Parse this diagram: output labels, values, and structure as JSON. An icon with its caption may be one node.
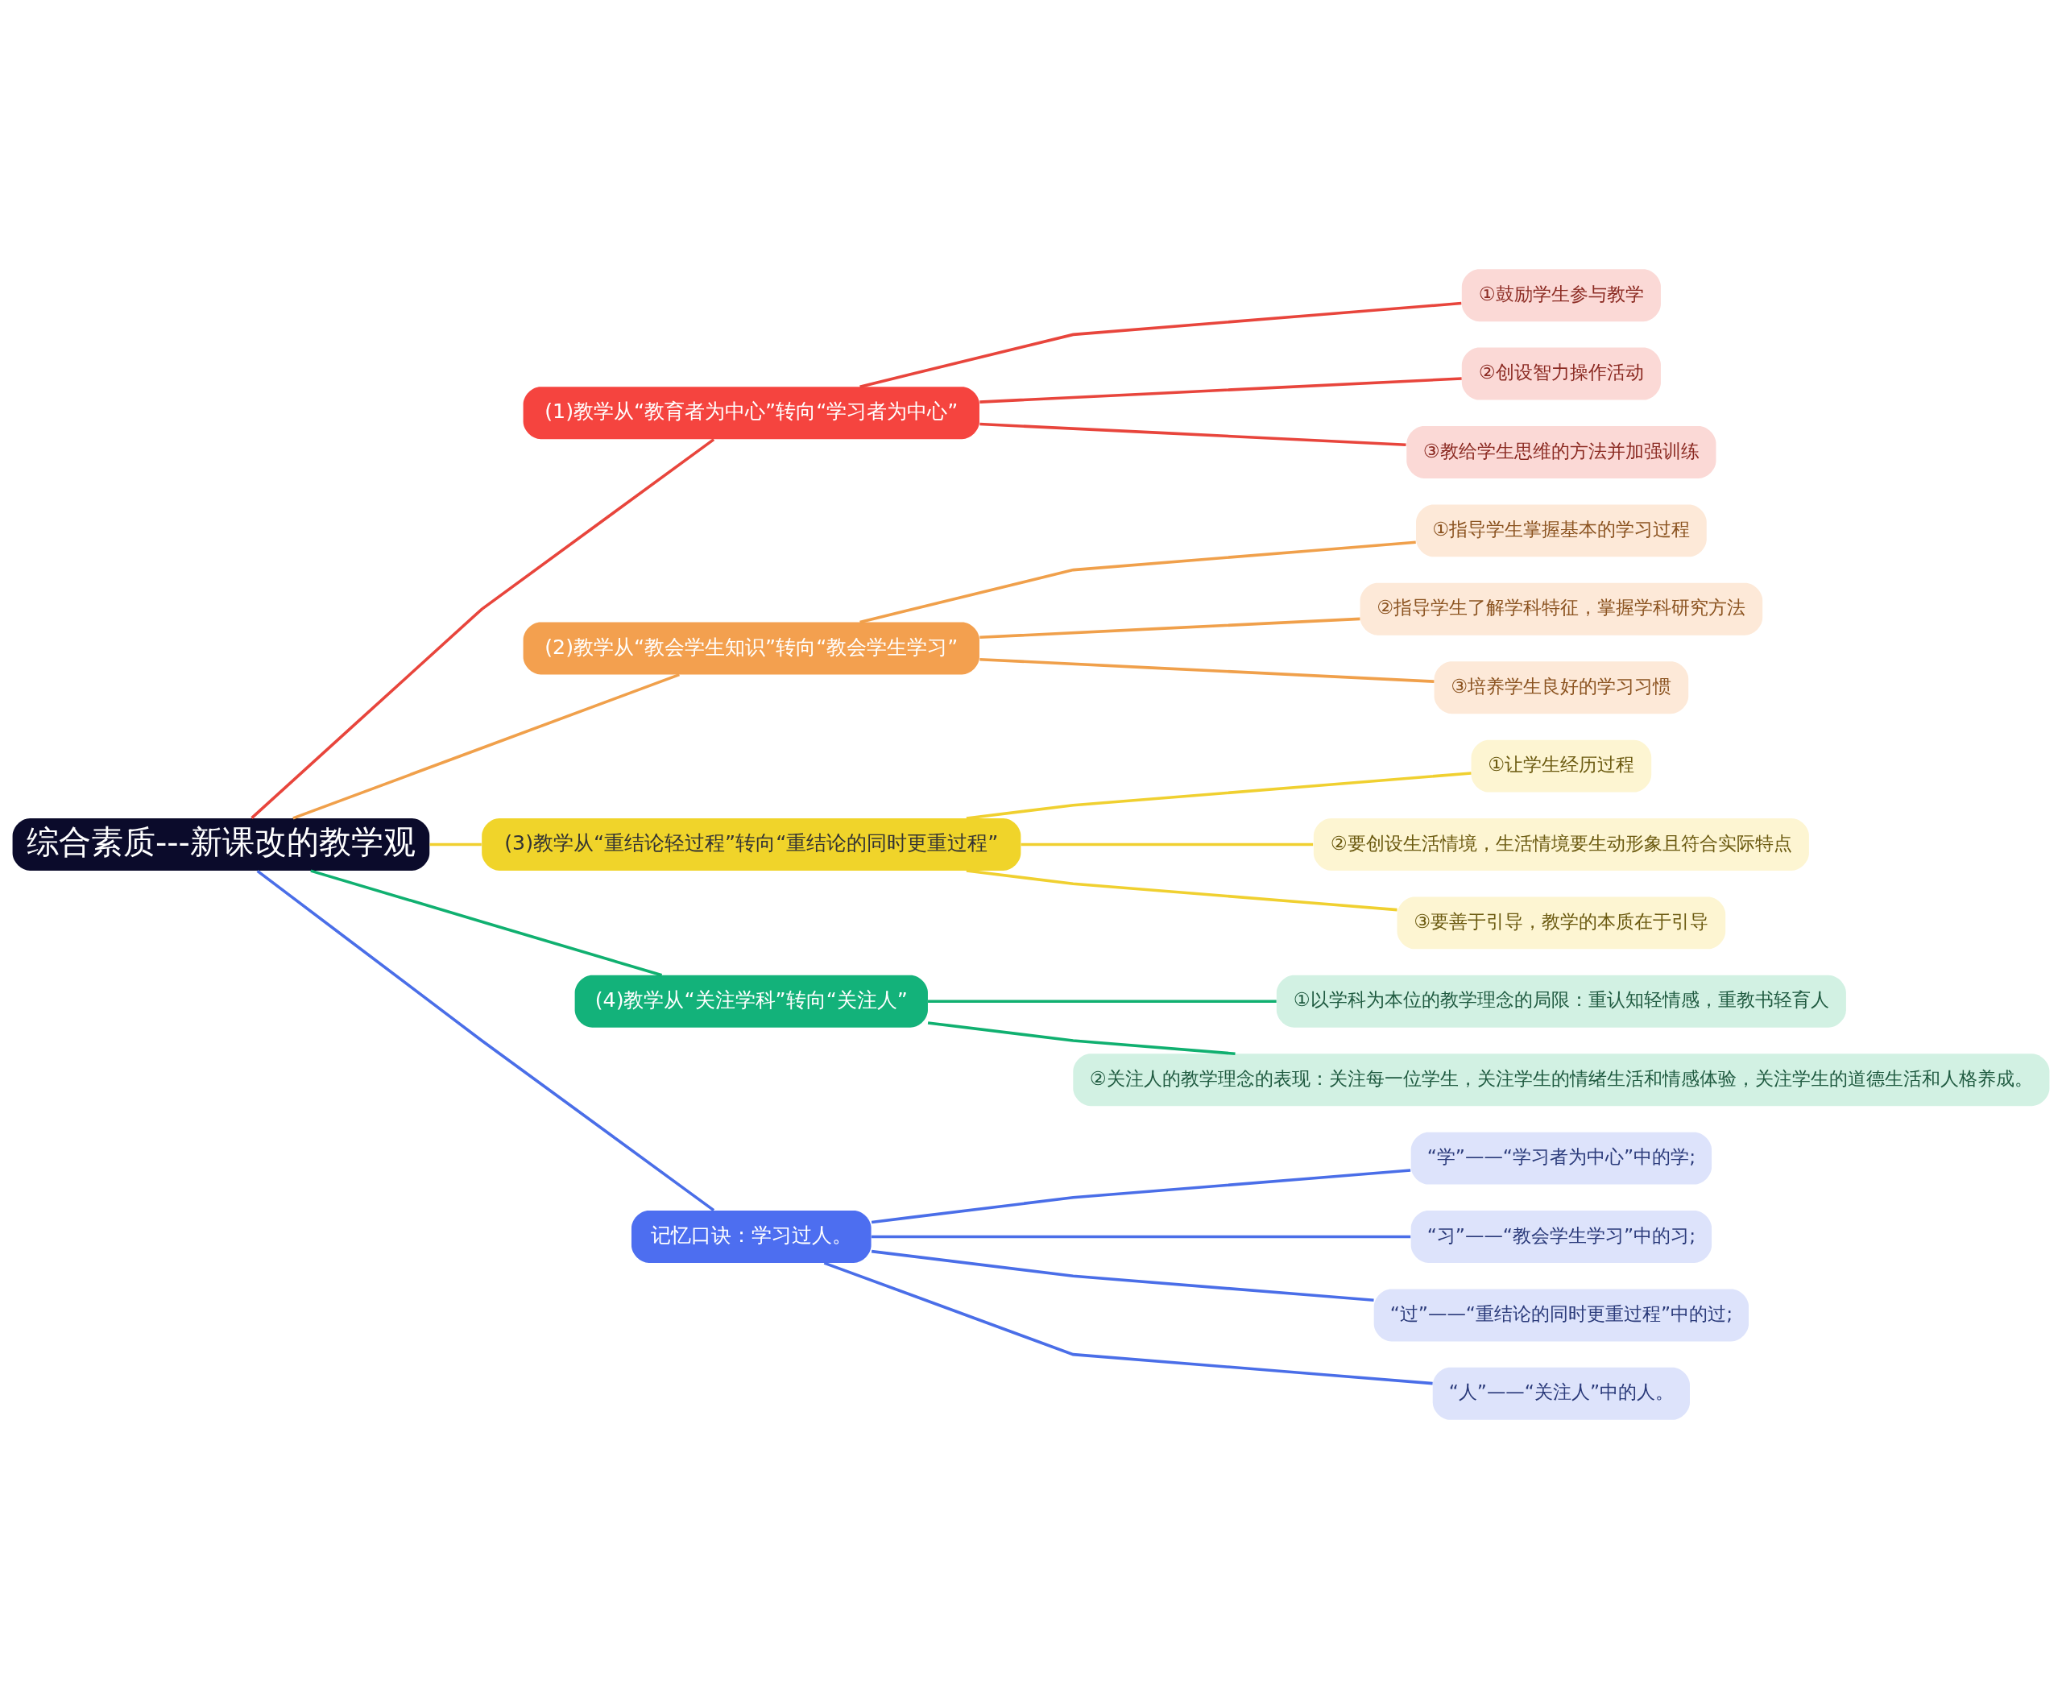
{
  "diagram": {
    "nodes": [
      {
        "text": [
          "综合素质---新课改的教学观"
        ]
      },
      {
        "text": [
          "(1)教学从“教育者为中心”转向“学习者为中心”"
        ]
      },
      {
        "text": [
          "①鼓励学生参与教学"
        ]
      },
      {
        "text": [
          "②创设智力操作活动"
        ]
      },
      {
        "text": [
          "③教给学生思维的方法并加强训练"
        ]
      },
      {
        "text": [
          "(2)教学从“教会学生知识”转向“教会学生学习”"
        ]
      },
      {
        "text": [
          "①指导学生掌握基本的学习过程"
        ]
      },
      {
        "text": [
          "②指导学生了解学科特征，掌握学科研究方法"
        ]
      },
      {
        "text": [
          "③培养学生良好的学习习惯"
        ]
      },
      {
        "text": [
          "(3)教学从“重结论轻过程”转向“重结论的同时更重过程”"
        ]
      },
      {
        "text": [
          "①让学生经历过程"
        ]
      },
      {
        "text": [
          "②要创设生活情境，生活情境要生动形象且符合实际特点"
        ]
      },
      {
        "text": [
          "③要善于引导，教学的本质在于引导"
        ]
      },
      {
        "text": [
          "(4)教学从“关注学科”转向“关注人”"
        ]
      },
      {
        "text": [
          "①以学科为本位的教学理念的局限：重认知轻情感，重教书轻育人"
        ]
      },
      {
        "text": [
          "②关注人的教学理念的表现：关注每一位学生，关注学生的情绪生活和情感体验，关注学生的道德生活和人格养成。"
        ]
      },
      {
        "text": [
          "记忆口诀：学习过人。"
        ]
      },
      {
        "text": [
          "“学”——“学习者为中心”中的学;"
        ]
      },
      {
        "text": [
          "“习”——“教会学生学习”中的习;"
        ]
      },
      {
        "text": [
          "“过”——“重结论的同时更重过程”中的过;"
        ]
      },
      {
        "text": [
          "“人”——“关注人”中的人。"
        ]
      }
    ],
    "edges": [
      {
        "from": 0,
        "to": 1,
        "arrow": "none",
        "color": "#e8453c"
      },
      {
        "from": 1,
        "to": 2,
        "arrow": "none",
        "color": "#e8453c"
      },
      {
        "from": 1,
        "to": 3,
        "arrow": "none",
        "color": "#e8453c"
      },
      {
        "from": 1,
        "to": 4,
        "arrow": "none",
        "color": "#e8453c"
      },
      {
        "from": 0,
        "to": 5,
        "arrow": "none",
        "color": "#f0a04b"
      },
      {
        "from": 5,
        "to": 6,
        "arrow": "none",
        "color": "#f0a04b"
      },
      {
        "from": 5,
        "to": 7,
        "arrow": "none",
        "color": "#f0a04b"
      },
      {
        "from": 5,
        "to": 8,
        "arrow": "none",
        "color": "#f0a04b"
      },
      {
        "from": 0,
        "to": 9,
        "arrow": "none",
        "color": "#f0d030"
      },
      {
        "from": 9,
        "to": 10,
        "arrow": "none",
        "color": "#f0d030"
      },
      {
        "from": 9,
        "to": 11,
        "arrow": "none",
        "color": "#f0d030"
      },
      {
        "from": 9,
        "to": 12,
        "arrow": "none",
        "color": "#f0d030"
      },
      {
        "from": 0,
        "to": 13,
        "arrow": "none",
        "color": "#10b070"
      },
      {
        "from": 13,
        "to": 14,
        "arrow": "none",
        "color": "#10b070"
      },
      {
        "from": 13,
        "to": 15,
        "arrow": "none",
        "color": "#10b070"
      },
      {
        "from": 0,
        "to": 16,
        "arrow": "none",
        "color": "#4a6ee8"
      },
      {
        "from": 16,
        "to": 17,
        "arrow": "none",
        "color": "#4a6ee8"
      },
      {
        "from": 16,
        "to": 18,
        "arrow": "none",
        "color": "#4a6ee8"
      },
      {
        "from": 16,
        "to": 19,
        "arrow": "none",
        "color": "#4a6ee8"
      },
      {
        "from": 16,
        "to": 20,
        "arrow": "none",
        "color": "#4a6ee8"
      }
    ]
  }
}
